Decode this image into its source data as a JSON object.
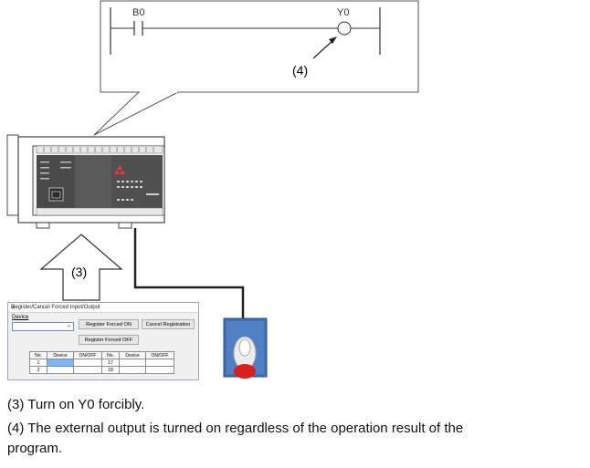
{
  "ladder": {
    "contact_label": "B0",
    "coil_label": "Y0",
    "callout_label": "(4)"
  },
  "plc": {
    "arrow_label": "(3)"
  },
  "dialog": {
    "title": "Register/Cancel Forced Input/Output",
    "close_glyph": "✕",
    "device_label": "Device",
    "select_caret": "⌄",
    "register_on_label": "Register Forced ON",
    "register_off_label": "Register Forced OFF",
    "cancel_label": "Cancel Registration",
    "table_headers": [
      "No.",
      "Device",
      "ON/OFF",
      "No.",
      "Device",
      "ON/OFF"
    ],
    "rows": [
      [
        "1",
        "",
        "",
        "17",
        "",
        ""
      ],
      [
        "2",
        "",
        "",
        "18",
        "",
        ""
      ]
    ]
  },
  "captions": {
    "line1": "(3) Turn on Y0 forcibly.",
    "line2": "(4) The external output is turned on regardless of the operation result of the",
    "line3": "program."
  },
  "colors": {
    "line": "#333333",
    "plc_body": "#ffffff",
    "plc_panel": "#4a4a4a",
    "lamp_red": "#d92020",
    "lamp_panel": "#3f6fb5",
    "selected_cell": "#7cb9f0"
  }
}
